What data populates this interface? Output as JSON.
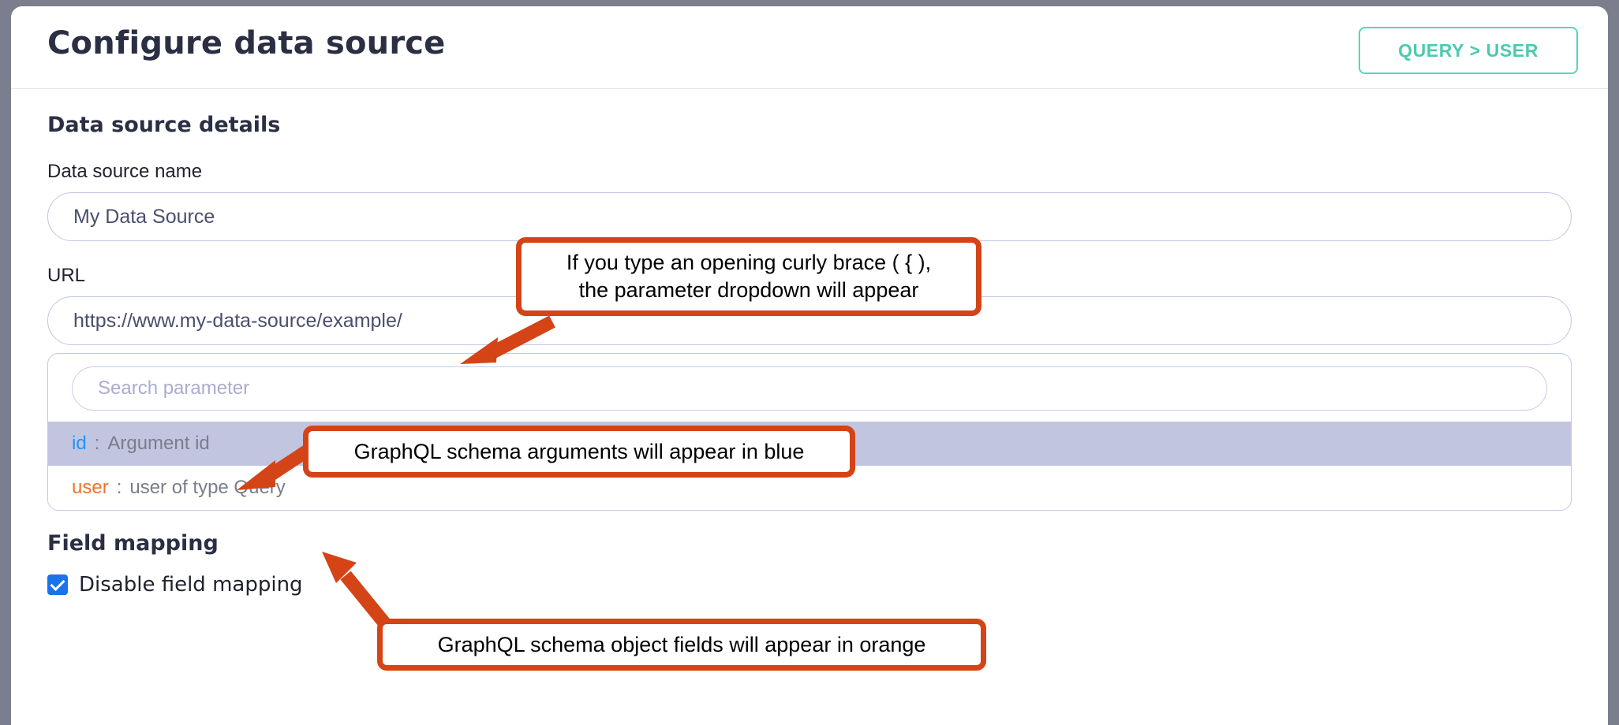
{
  "header": {
    "title": "Configure data source",
    "query_button": "QUERY > USER"
  },
  "main": {
    "section_heading": "Data source details",
    "fields": [
      {
        "label": "Data source name",
        "value": "My Data Source"
      },
      {
        "label": "URL",
        "value": "https://www.my-data-source/example/"
      }
    ],
    "parameter_dropdown": {
      "search_placeholder": "Search parameter",
      "options": [
        {
          "key": "id",
          "colon": ":",
          "description": "Argument id",
          "kind": "argument",
          "selected": true
        },
        {
          "key": "user",
          "colon": ":",
          "description": "user of type Query",
          "kind": "object",
          "selected": false
        }
      ]
    },
    "field_mapping": {
      "heading": "Field mapping",
      "checkbox_label": "Disable field mapping",
      "checked": true
    }
  },
  "annotations": [
    {
      "id": "callout-1",
      "text": "If you type an opening curly brace ( { ),\nthe parameter dropdown will appear"
    },
    {
      "id": "callout-2",
      "text": "GraphQL schema arguments will appear in blue"
    },
    {
      "id": "callout-3",
      "text": "GraphQL schema object fields will appear in orange"
    }
  ],
  "colors": {
    "annotation": "#d44416",
    "accent_button": "#4dc9ae",
    "argument_blue": "#2196f3",
    "object_orange": "#f0712a",
    "checkbox_blue": "#1a73e8",
    "selected_row": "#c2c5e0",
    "input_border": "#c3c6e4",
    "page_background": "#7b7e8d"
  }
}
